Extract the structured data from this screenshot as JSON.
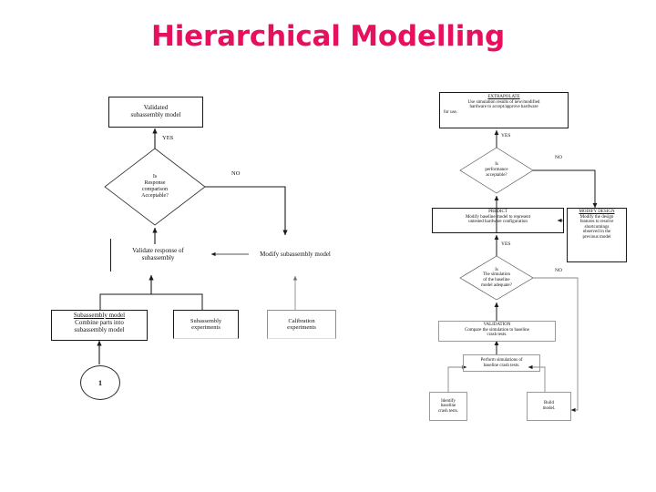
{
  "slide": {
    "title": "Hierarchical Modelling",
    "title_color": "#e6105e",
    "background_color": "#ffffff"
  },
  "left_flowchart": {
    "name": "subassembly-validation-flowchart",
    "nodes": {
      "validated_model": "Validated\nsubassembly model",
      "validated_model_line1": "Validated",
      "validated_model_line2": "subassembly model",
      "decision_line1": "Is",
      "decision_line2": "Response",
      "decision_line3": "comparison",
      "decision_line4": "Acceptable?",
      "validate_response_line1": "Validate response of",
      "validate_response_line2": "subassembly",
      "modify_model": "Modify subassembly model",
      "subassembly_model_head": "Subassembly model",
      "subassembly_model_line1": "Combine parts into",
      "subassembly_model_line2": "subassembly model",
      "subassembly_experiments_line1": "Subassembly",
      "subassembly_experiments_line2": "experiments",
      "calibration_experiments_line1": "Calibration",
      "calibration_experiments_line2": "experiments",
      "connector_circle": "1"
    },
    "edge_labels": {
      "yes": "YES",
      "no": "NO"
    }
  },
  "right_flowchart": {
    "name": "vehicle-crash-model-validation-flowchart",
    "nodes": {
      "extrapolate_head": "EXTRAPOLATE",
      "extrapolate_line1": "Use simulation results of new/modified",
      "extrapolate_line2": "hardware  to accept/approve  hardware",
      "extrapolate_line3": "for use.",
      "decision1_line1": "Is",
      "decision1_line2": "performance",
      "decision1_line3": "acceptable?",
      "predict_head": "PREDICT",
      "predict_line1": "Modify baseline model to represent",
      "predict_line2": "untested hardware configuration",
      "modify_design_head": "MODIFY DESIGN",
      "modify_design_line1": "Modify the design",
      "modify_design_line2": "features to resolve",
      "modify_design_line3": "shortcomings",
      "modify_design_line4": "observed in the",
      "modify_design_line5": "previous model",
      "decision2_line1": "Is",
      "decision2_line2": "The simulation",
      "decision2_line3": "of the baseline",
      "decision2_line4": "model adequate?",
      "validation_head": "VALIDATION",
      "validation_line1": "Compare the simulation to baseline",
      "validation_line2": "crash tests.",
      "perform_sim_line1": "Perform simulations of",
      "perform_sim_line2": "baseline crash tests.",
      "identify_line1": "Identify",
      "identify_line2": "baseline",
      "identify_line3": "crash tests.",
      "build_line1": "Build",
      "build_line2": "model."
    },
    "edge_labels": {
      "yes_top": "YES",
      "no_top": "NO",
      "yes_bottom": "YES",
      "no_bottom": "NO"
    }
  }
}
